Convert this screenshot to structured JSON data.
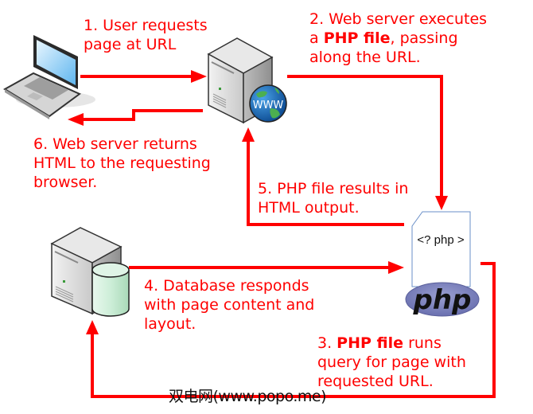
{
  "diagram": {
    "title": "PHP request flow",
    "accent_color": "#ff0000",
    "nodes": [
      {
        "id": "browser",
        "icon": "laptop-icon"
      },
      {
        "id": "web-server",
        "icon": "server-icon",
        "badge": "globe-icon",
        "badge_text": "WWW"
      },
      {
        "id": "php-file",
        "icon": "document-icon",
        "code_text": "<? php >",
        "logo_text": "php"
      },
      {
        "id": "database",
        "icon": "database-server-icon"
      }
    ],
    "steps": {
      "step1": {
        "line1": "1. User requests",
        "line2": "page at URL"
      },
      "step2": {
        "line1": "2. Web server executes",
        "line2_pre": "a ",
        "line2_bold": "PHP file",
        "line2_post": ", passing",
        "line3": "along the URL."
      },
      "step3": {
        "line1_pre": "3. ",
        "line1_bold": "PHP file",
        "line1_post": " runs",
        "line2": "query for page with",
        "line3": "requested URL."
      },
      "step4": {
        "line1": "4. Database responds",
        "line2": "with page content and",
        "line3": "layout."
      },
      "step5": {
        "line1": "5. PHP file results in",
        "line2": "HTML output."
      },
      "step6": {
        "line1": "6. Web server returns",
        "line2": "HTML to the requesting",
        "line3": "browser."
      }
    },
    "edges": [
      {
        "from": "browser",
        "to": "web-server",
        "step": 1
      },
      {
        "from": "web-server",
        "to": "php-file",
        "step": 2
      },
      {
        "from": "php-file",
        "to": "database",
        "step": 3
      },
      {
        "from": "database",
        "to": "php-file",
        "step": 4
      },
      {
        "from": "php-file",
        "to": "web-server",
        "step": 5
      },
      {
        "from": "web-server",
        "to": "browser",
        "step": 6
      }
    ]
  },
  "watermark": "双电网(www.popo.me)"
}
